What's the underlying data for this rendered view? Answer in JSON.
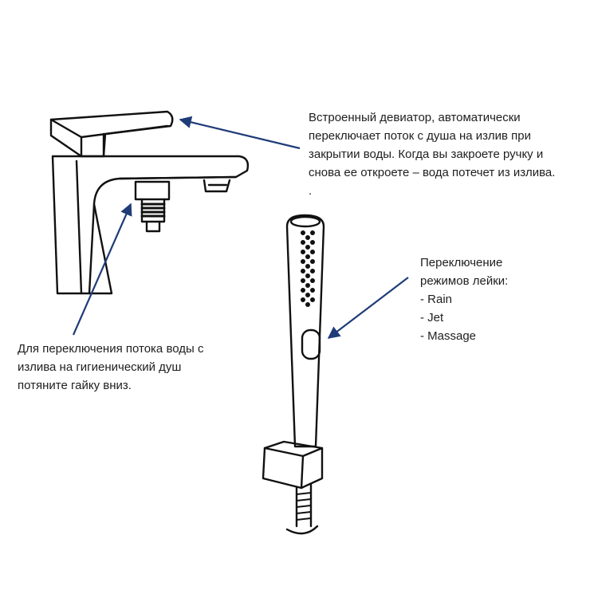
{
  "callouts": {
    "diverter": {
      "lines": [
        "Встроенный девиатор, автоматически",
        "переключает поток с душа на излив при",
        "закрытии воды. Когда вы закроете ручку и",
        "снова ее откроете – вода потечет из излива.",
        "."
      ]
    },
    "nut": {
      "lines": [
        "Для переключения потока воды с",
        "излива на гигиенический душ",
        "потяните гайку вниз."
      ]
    },
    "modes": {
      "lines": [
        "Переключение",
        "режимов лейки:",
        "- Rain",
        "- Jet",
        "- Massage"
      ]
    }
  },
  "colors": {
    "arrow": "#1f3c78",
    "outline": "#111111"
  },
  "icons": [
    "faucet-illustration",
    "hand-shower-illustration",
    "callout-arrow"
  ]
}
